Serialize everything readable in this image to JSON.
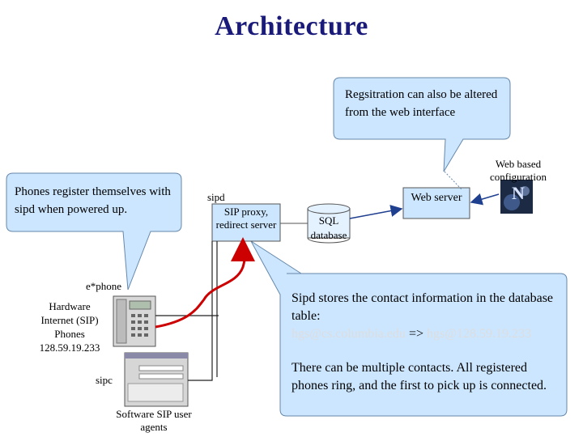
{
  "title": "Architecture",
  "callouts": {
    "registration": "Regsitration can also be altered from the web interface",
    "phones": "Phones register themselves with sipd when powered up.",
    "sipd_stores": "Sipd stores the contact information in the database table:",
    "mapping_user": "hgs@cs.columbia.edu",
    "mapping_arrow": " => ",
    "mapping_host": "hgs@128.59.19.233",
    "multiple": "There can be multiple contacts. All registered phones ring, and the first to pick up is connected."
  },
  "nodes": {
    "sipd_name": "sipd",
    "sipd_desc": "SIP proxy, redirect server",
    "sql_top": "SQL",
    "sql_bottom": "database",
    "web_server": "Web server",
    "web_config": "Web based configuration",
    "netscape_letter": "N",
    "ephone": "e*phone",
    "hardware_phone": "Hardware Internet (SIP) Phones 128.59.19.233",
    "sipc": "sipc",
    "software_agents": "Software SIP user agents"
  },
  "colors": {
    "callout_fill": "#cce6ff",
    "callout_stroke": "#6688aa",
    "link_red": "#cc0000",
    "title": "#1a1a7a",
    "mapping_text": "#dddddd"
  }
}
